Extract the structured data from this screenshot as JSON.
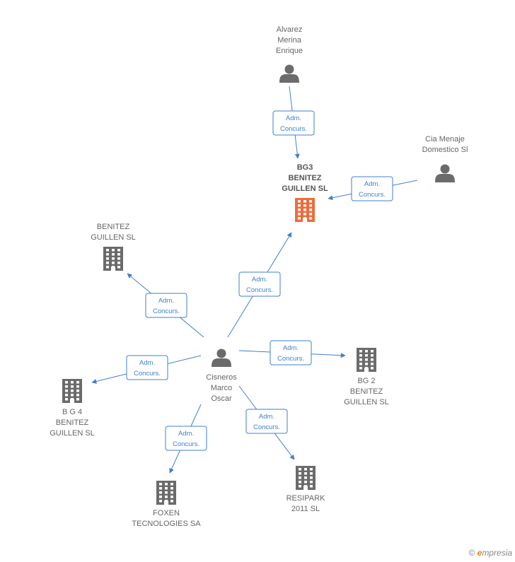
{
  "colors": {
    "accent": "#3f7fd0",
    "main_company": "#f26b3a",
    "company": "#6b6b6b",
    "person": "#6b6b6b"
  },
  "nodes": [
    {
      "id": "alvarez",
      "type": "person",
      "lines": [
        "Alvarez",
        "Merina",
        "Enrique"
      ]
    },
    {
      "id": "cia",
      "type": "person",
      "lines": [
        "Cia Menaje",
        "Domestico Sl"
      ]
    },
    {
      "id": "bg3",
      "type": "company",
      "main": true,
      "lines": [
        "BG3",
        "BENITEZ",
        "GUILLEN SL"
      ]
    },
    {
      "id": "benitez",
      "type": "company",
      "lines": [
        "BENITEZ",
        "GUILLEN SL"
      ]
    },
    {
      "id": "cisneros",
      "type": "person",
      "lines": [
        "Cisneros",
        "Marco",
        "Oscar"
      ]
    },
    {
      "id": "bg2",
      "type": "company",
      "lines": [
        "BG 2",
        "BENITEZ",
        "GUILLEN SL"
      ]
    },
    {
      "id": "bg4",
      "type": "company",
      "lines": [
        "B G 4",
        "BENITEZ",
        "GUILLEN SL"
      ]
    },
    {
      "id": "foxen",
      "type": "company",
      "lines": [
        "FOXEN",
        "TECNOLOGIES SA"
      ]
    },
    {
      "id": "resipark",
      "type": "company",
      "lines": [
        "RESIPARK",
        "2011  SL"
      ]
    }
  ],
  "edges": [
    {
      "from": "alvarez",
      "to": "bg3",
      "label": [
        "Adm.",
        "Concurs."
      ]
    },
    {
      "from": "cia",
      "to": "bg3",
      "label": [
        "Adm.",
        "Concurs."
      ]
    },
    {
      "from": "cisneros",
      "to": "bg3",
      "label": [
        "Adm.",
        "Concurs."
      ]
    },
    {
      "from": "cisneros",
      "to": "benitez",
      "label": [
        "Adm.",
        "Concurs."
      ]
    },
    {
      "from": "cisneros",
      "to": "bg2",
      "label": [
        "Adm.",
        "Concurs."
      ]
    },
    {
      "from": "cisneros",
      "to": "bg4",
      "label": [
        "Adm.",
        "Concurs."
      ]
    },
    {
      "from": "cisneros",
      "to": "foxen",
      "label": [
        "Adm.",
        "Concurs."
      ]
    },
    {
      "from": "cisneros",
      "to": "resipark",
      "label": [
        "Adm.",
        "Concurs."
      ]
    }
  ],
  "footer": {
    "copyright": "©",
    "brand_initial": "e",
    "brand_rest": "mpresia"
  }
}
